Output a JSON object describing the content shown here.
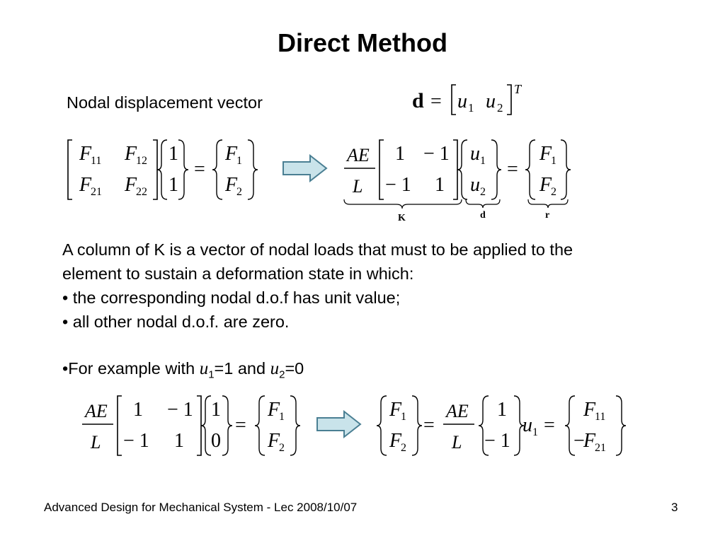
{
  "slide": {
    "title": "Direct Method",
    "nodal_label": "Nodal displacement vector",
    "paragraph": [
      "A column of K is a vector of nodal loads that must to be applied to the",
      "element to sustain a deformation state in which:",
      "• the corresponding nodal d.o.f has unit value;",
      "• all other nodal d.o.f. are zero."
    ],
    "example": {
      "prefix": "•For example with ",
      "var1": "u",
      "sub1": "1",
      "mid": "=1 and ",
      "var2": "u",
      "sub2": "2",
      "suffix": "=0"
    },
    "brace_labels": {
      "K": "K",
      "d": "d",
      "r": "r"
    },
    "footer_left": "Advanced Design for Mechanical System - Lec 2008/10/07",
    "page_number": "3"
  },
  "colors": {
    "arrow_fill": "#c9e3ea",
    "arrow_stroke": "#4a7f93"
  }
}
